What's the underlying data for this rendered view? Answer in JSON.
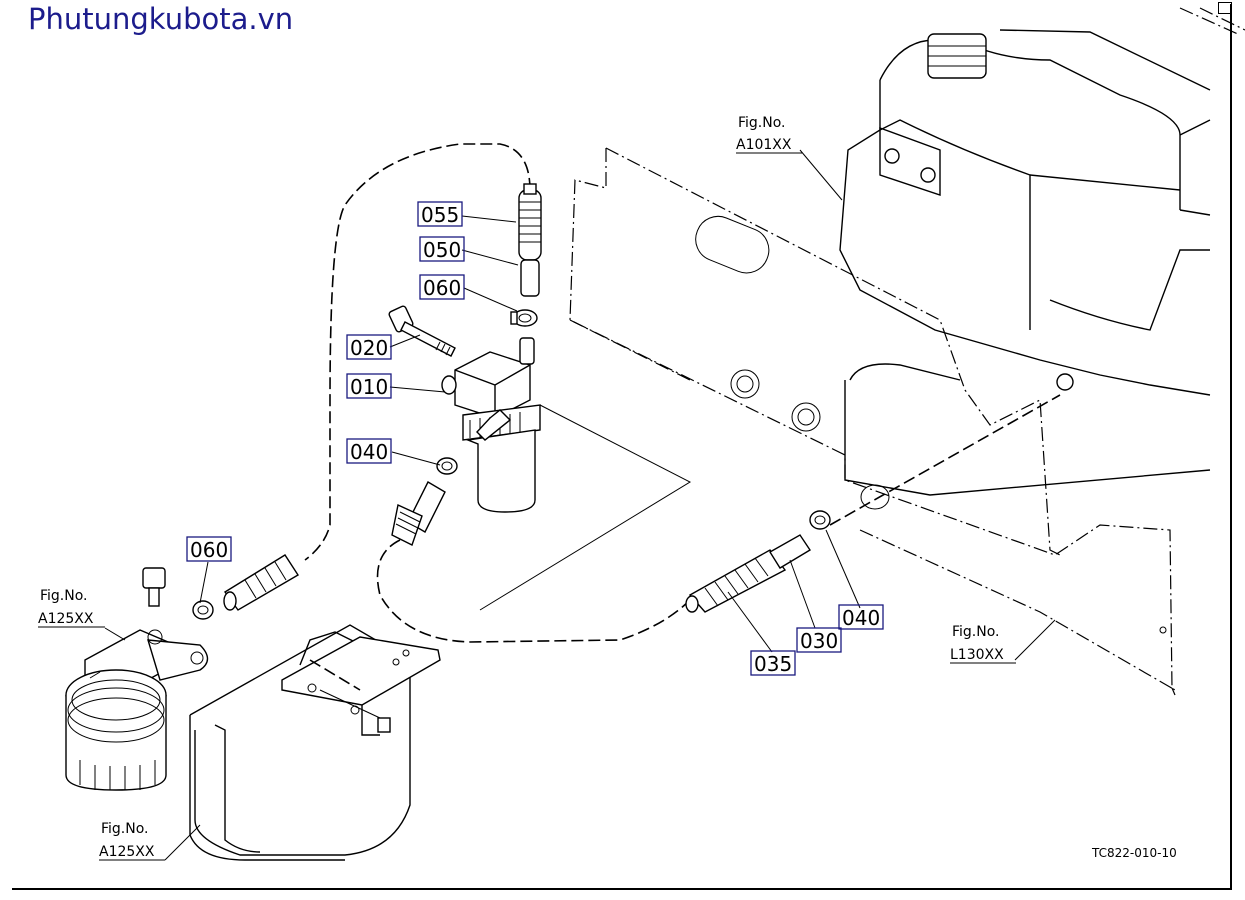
{
  "watermark": "Phutungkubota.vn",
  "drawing_code": "TC822-010-10",
  "part_labels": {
    "p055": "055",
    "p050": "050",
    "p060_top": "060",
    "p020": "020",
    "p010": "010",
    "p040_left": "040",
    "p060_left": "060",
    "p035": "035",
    "p030": "030",
    "p040_right": "040"
  },
  "figure_refs": {
    "a101": {
      "line1": "Fig.No.",
      "line2": "A101XX"
    },
    "a125_upper": {
      "line1": "Fig.No.",
      "line2": "A125XX"
    },
    "a125_lower": {
      "line1": "Fig.No.",
      "line2": "A125XX"
    },
    "l130": {
      "line1": "Fig.No.",
      "line2": "L130XX"
    }
  },
  "colors": {
    "watermark": "#1c1c8c",
    "label_box": "#1a1a80",
    "line": "#000000"
  }
}
